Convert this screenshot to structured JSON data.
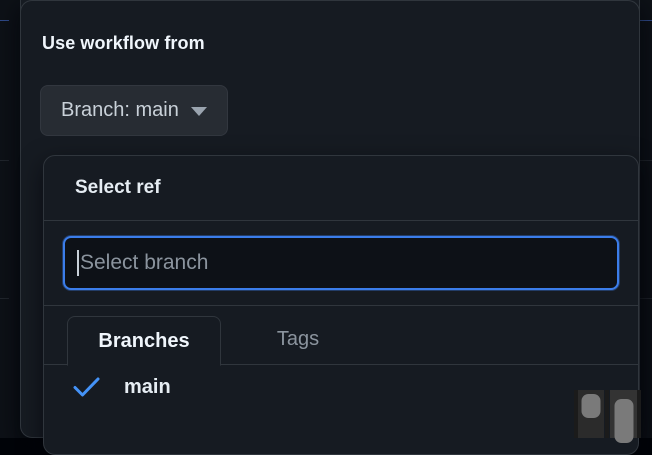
{
  "colors": {
    "accent_blue": "#4493f8",
    "focus_ring": "#3b7dea",
    "panel_bg": "#161b22",
    "page_bg": "#0d1117",
    "border": "#30363d",
    "text_primary": "#f0f6fc",
    "text_muted": "#8b949e"
  },
  "popover": {
    "heading": "Use workflow from",
    "branch_button": {
      "label": "Branch: main",
      "caret_icon": "chevron-down-icon"
    }
  },
  "ref_dialog": {
    "title": "Select ref",
    "search": {
      "value": "",
      "placeholder": "Select branch"
    },
    "tabs": [
      {
        "label": "Branches",
        "active": true
      },
      {
        "label": "Tags",
        "active": false
      }
    ],
    "items": [
      {
        "label": "main",
        "selected": true,
        "check_icon": "check-icon"
      }
    ]
  }
}
